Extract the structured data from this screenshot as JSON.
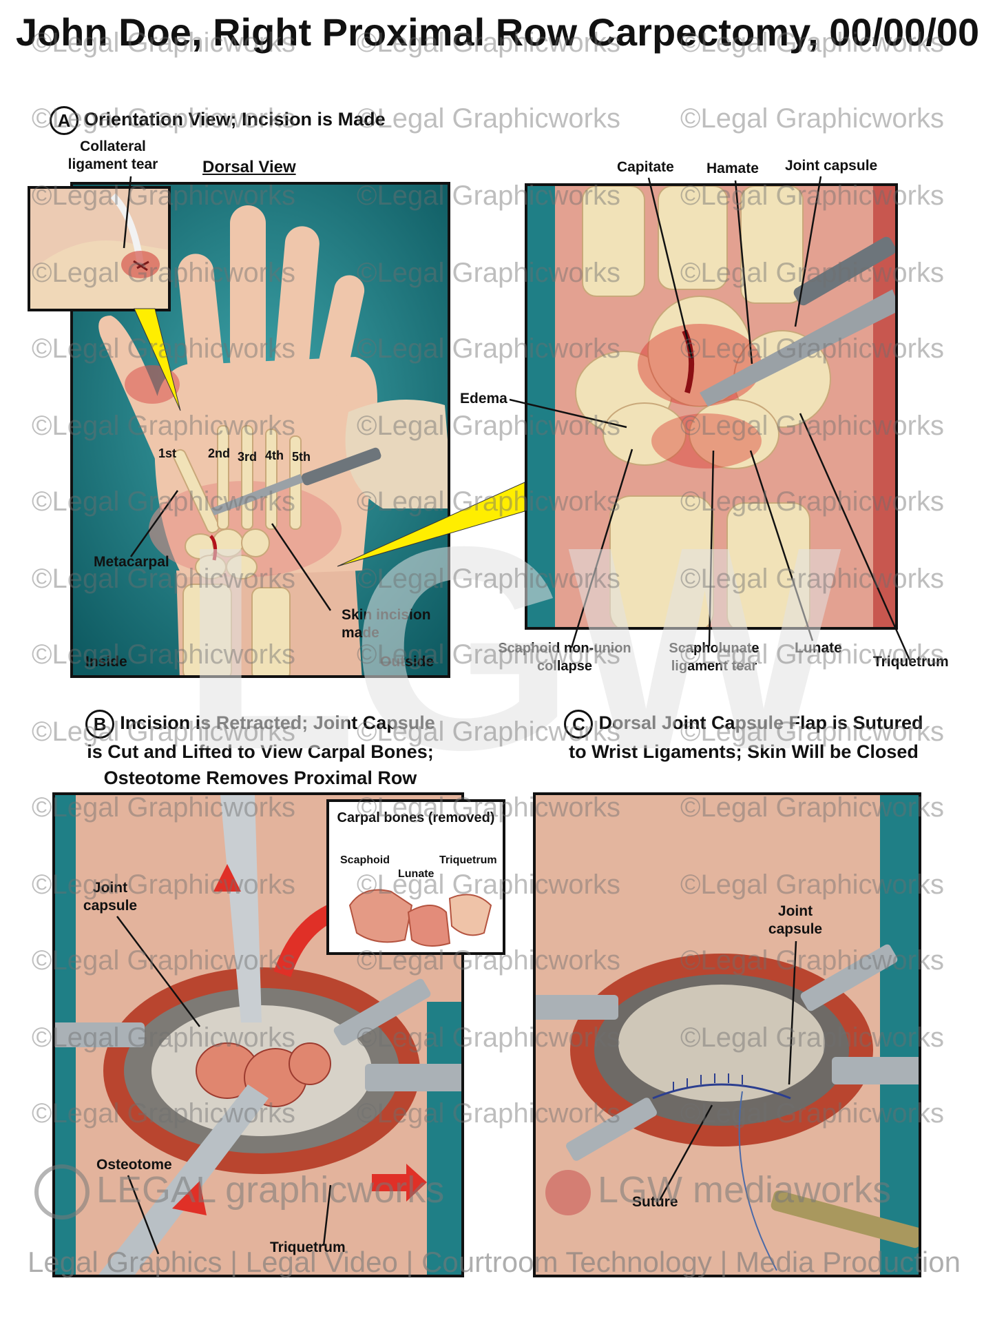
{
  "title": "John Doe, Right Proximal Row Carpectomy, 00/00/00",
  "panel_a": {
    "letter": "A",
    "heading": "Orientation View; Incision is Made",
    "dorsal_view": "Dorsal View",
    "labels": {
      "collateral": "Collateral ligament tear",
      "first": "1st",
      "second": "2nd",
      "third": "3rd",
      "fourth": "4th",
      "fifth": "5th",
      "metacarpal": "Metacarpal",
      "skin_incision": "Skin incision made",
      "inside": "Inside",
      "outside": "Outside",
      "capitate": "Capitate",
      "hamate": "Hamate",
      "joint_capsule": "Joint capsule",
      "edema": "Edema",
      "scaphoid": "Scaphoid non-union collapse",
      "scapholunate": "Scapholunate ligament tear",
      "lunate": "Lunate",
      "triquetrum": "Triquetrum"
    }
  },
  "panel_b": {
    "letter": "B",
    "heading_1": "Incision is Retracted; Joint Capsule",
    "heading_2": "is Cut and Lifted to View Carpal Bones;",
    "heading_3": "Osteotome Removes Proximal Row",
    "labels": {
      "joint_capsule": "Joint capsule",
      "osteotome": "Osteotome",
      "triquetrum": "Triquetrum",
      "carpal_title": "Carpal bones (removed)",
      "scaphoid": "Scaphoid",
      "lunate": "Lunate",
      "triquetrum_inset": "Triquetrum"
    }
  },
  "panel_c": {
    "letter": "C",
    "heading_1": "Dorsal Joint Capsule Flap is Sutured",
    "heading_2": "to Wrist Ligaments; Skin Will be Closed",
    "labels": {
      "joint_capsule": "Joint capsule",
      "suture": "Suture"
    }
  },
  "watermark": "©Legal Graphicworks",
  "logo_left": "LEGAL graphicworks",
  "logo_right": "LGW mediaworks",
  "logo_big": "LGW",
  "footer": "Legal Graphics | Legal Video | Courtroom Technology | Media Production",
  "colors": {
    "teal": "#1f7f86",
    "tissue": "#e89a8a",
    "bone": "#f1e2b8",
    "callout": "#ffee00"
  }
}
